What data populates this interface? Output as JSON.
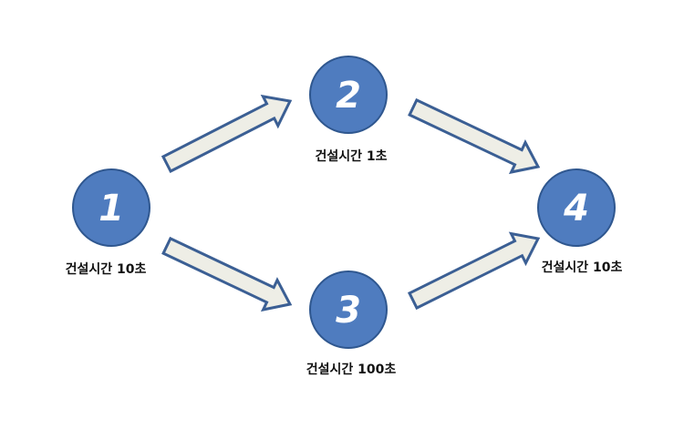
{
  "colors": {
    "node_fill": "#4f7cbf",
    "node_stroke": "#2f578f",
    "arrow_fill": "#eeeee6",
    "arrow_stroke": "#3b5f94",
    "label_text": "#111111"
  },
  "nodes": [
    {
      "id": "1",
      "number": "1",
      "label": "건설시간 10초"
    },
    {
      "id": "2",
      "number": "2",
      "label": "건설시간 1초"
    },
    {
      "id": "3",
      "number": "3",
      "label": "건설시간 100초"
    },
    {
      "id": "4",
      "number": "4",
      "label": "건설시간 10초"
    }
  ],
  "edges": [
    {
      "from": "1",
      "to": "2"
    },
    {
      "from": "1",
      "to": "3"
    },
    {
      "from": "2",
      "to": "4"
    },
    {
      "from": "3",
      "to": "4"
    }
  ]
}
